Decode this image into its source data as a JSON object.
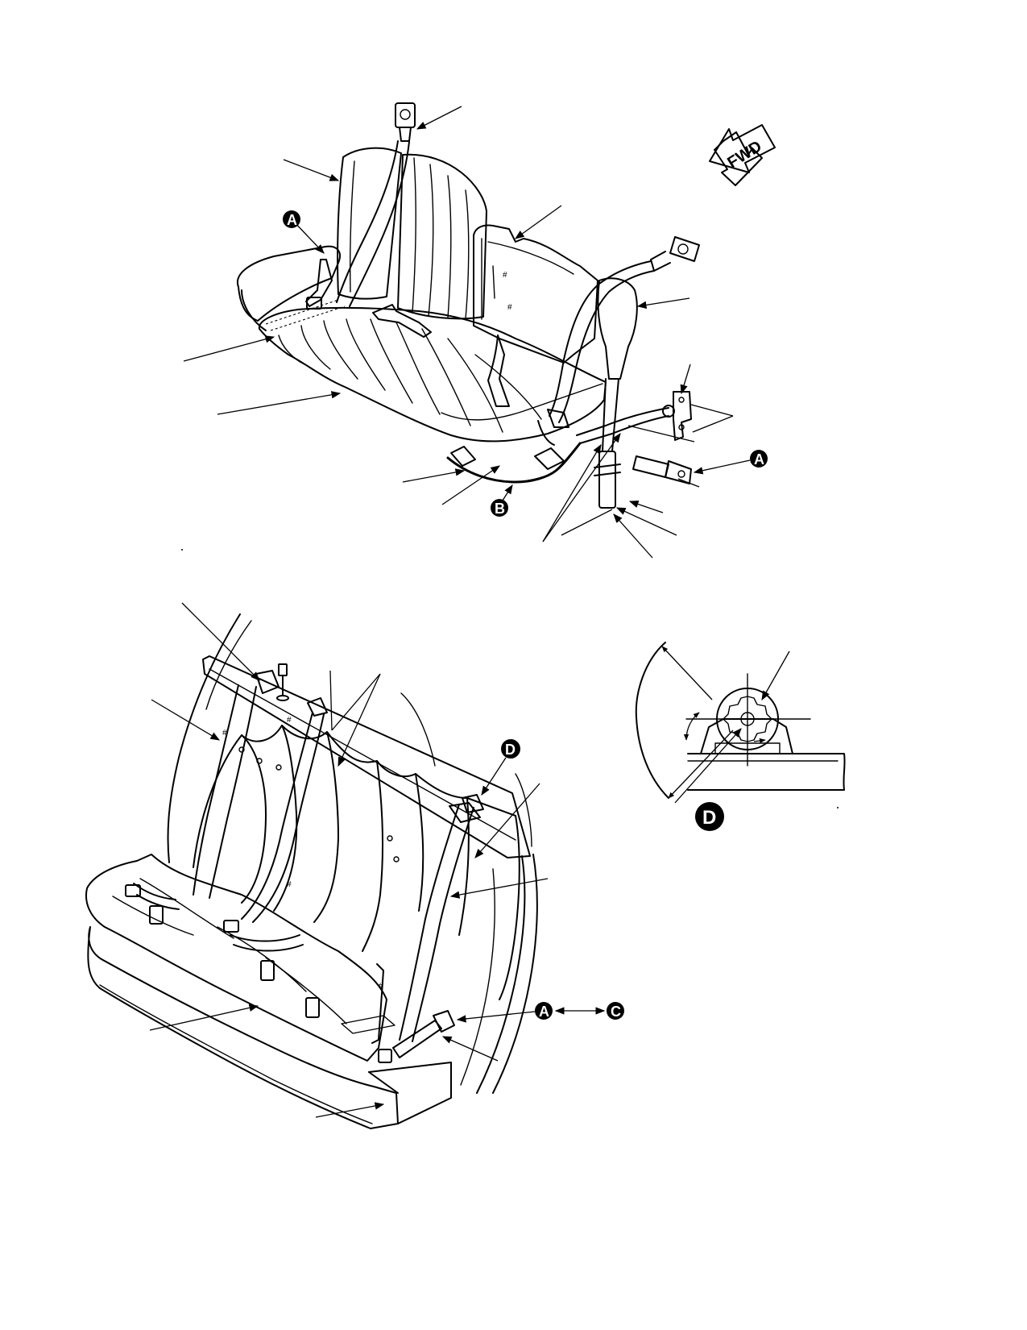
{
  "orientation": {
    "arrow_label": "FWD"
  },
  "callouts": {
    "top_left_A": "A",
    "top_right_A": "A",
    "top_B": "B",
    "bottom_D": "D",
    "bottom_A": "A",
    "bottom_C": "C",
    "detail_D": "D"
  },
  "colors": {
    "ink": "#000000",
    "paper": "#ffffff"
  }
}
